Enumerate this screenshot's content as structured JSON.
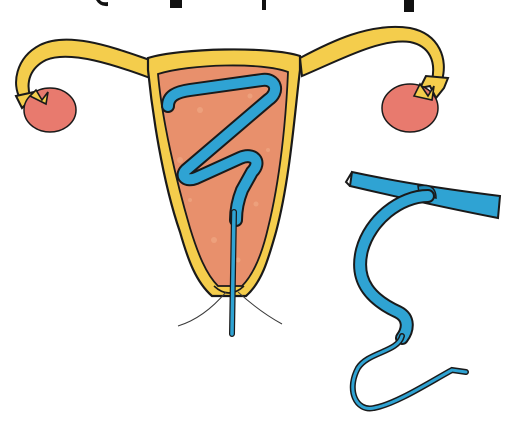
{
  "illustration": {
    "subject": "",
    "parts": [
      {
        "name": "uterus-body",
        "icon": "uterus-icon"
      },
      {
        "name": "fallopian-tube-left",
        "icon": "tube-icon"
      },
      {
        "name": "fallopian-tube-right",
        "icon": "tube-icon"
      },
      {
        "name": "ovary-left",
        "icon": "ovary-icon"
      },
      {
        "name": "ovary-right",
        "icon": "ovary-icon"
      },
      {
        "name": "inserted-iud",
        "icon": "iud-icon"
      },
      {
        "name": "standalone-iud",
        "icon": "iud-icon"
      }
    ]
  },
  "colors": {
    "outline": "#1a1a1a",
    "uterus_wall": "#f4cd4c",
    "uterus_wall_dark": "#e6b53a",
    "cavity": "#e8906c",
    "cavity_light": "#f0a883",
    "ovary": "#e87a6e",
    "device": "#2fa3d3",
    "device_dark": "#1f88b6",
    "thread": "#3a3a3a"
  }
}
